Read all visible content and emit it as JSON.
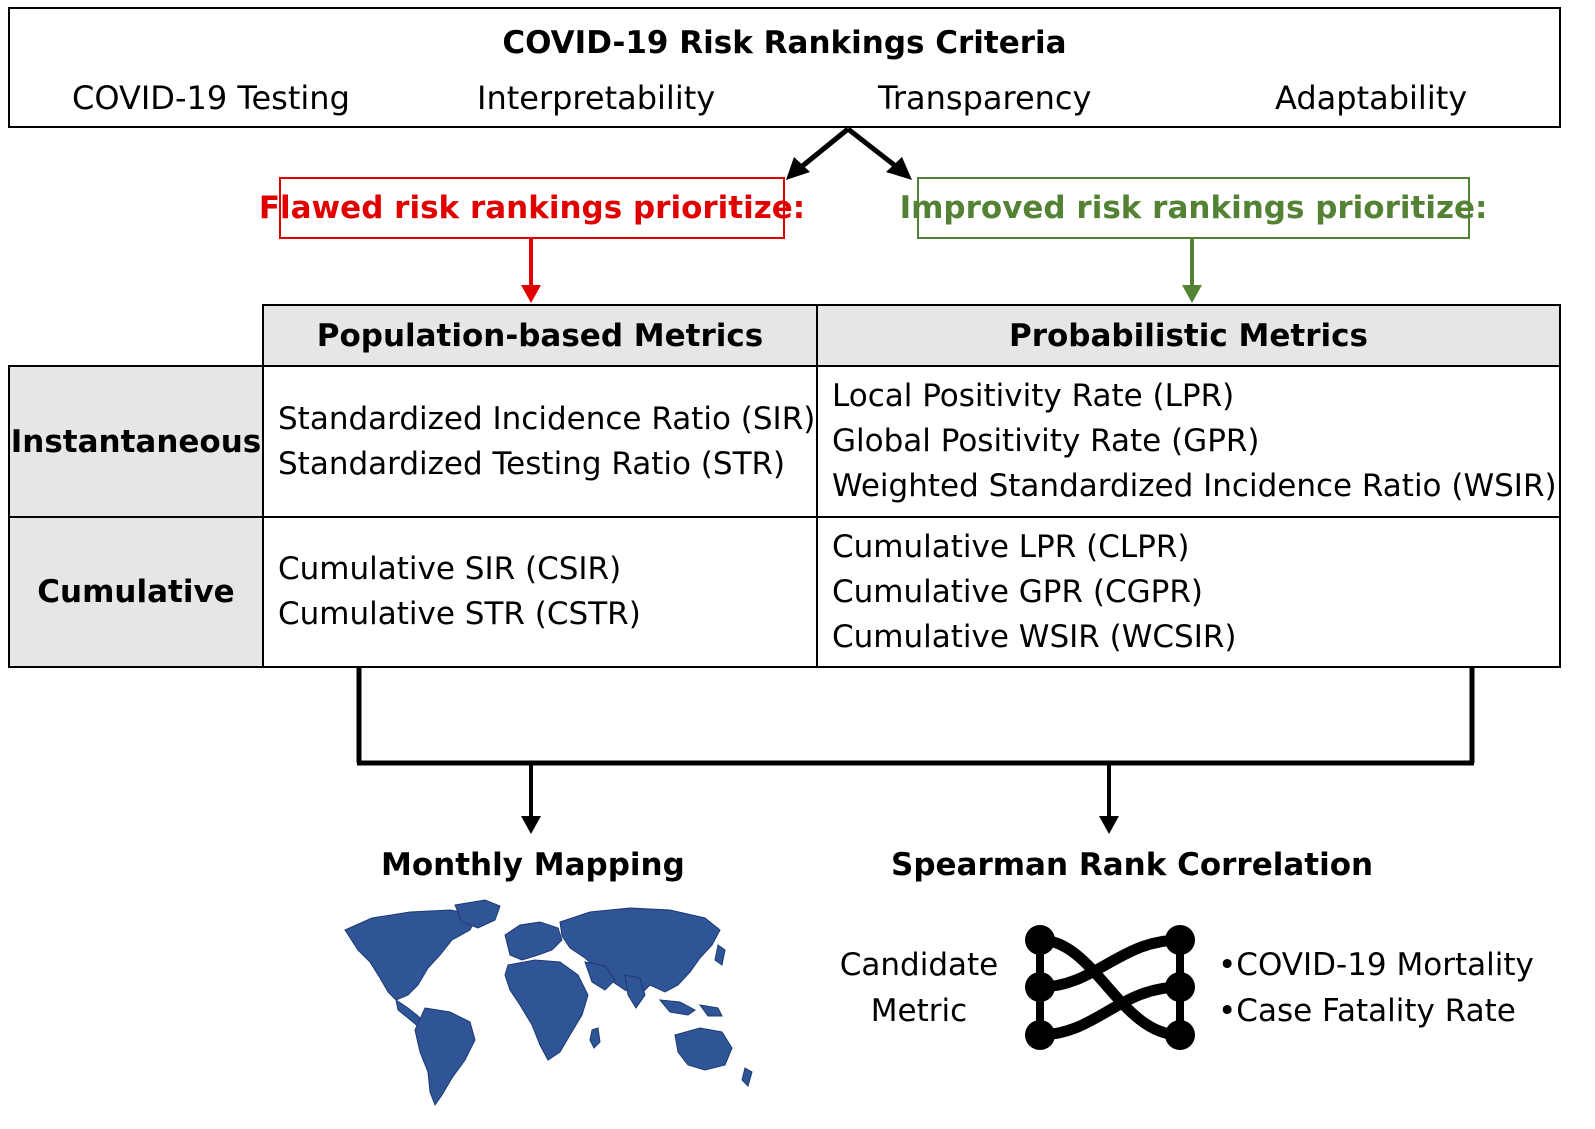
{
  "criteria": {
    "title": "COVID-19 Risk Rankings Criteria",
    "items": [
      "COVID-19 Testing",
      "Interpretability",
      "Transparency",
      "Adaptability"
    ]
  },
  "flawed": {
    "label": "Flawed risk rankings prioritize:",
    "color": "#e00000"
  },
  "improved": {
    "label": "Improved risk rankings prioritize:",
    "color": "#548235"
  },
  "table": {
    "columns": [
      "Population-based Metrics",
      "Probabilistic Metrics"
    ],
    "rows": [
      {
        "label": "Instantaneous",
        "population": [
          "Standardized Incidence Ratio (SIR)",
          "Standardized Testing Ratio (STR)"
        ],
        "probabilistic": [
          "Local Positivity Rate (LPR)",
          "Global Positivity Rate (GPR)",
          "Weighted Standardized Incidence Ratio (WSIR)"
        ]
      },
      {
        "label": "Cumulative",
        "population": [
          "Cumulative SIR (CSIR)",
          "Cumulative STR (CSTR)"
        ],
        "probabilistic": [
          "Cumulative LPR (CLPR)",
          "Cumulative GPR (CGPR)",
          "Cumulative WSIR (WCSIR)"
        ]
      }
    ],
    "header_fill": "#e7e6e6"
  },
  "mapping": {
    "title": "Monthly Mapping",
    "map_color": "#2f5597"
  },
  "spearman": {
    "title": "Spearman Rank Correlation",
    "candidate": [
      "Candidate",
      "Metric"
    ],
    "outcomes": [
      "COVID-19 Mortality",
      "Case Fatality Rate"
    ],
    "bullet_char": "•"
  }
}
